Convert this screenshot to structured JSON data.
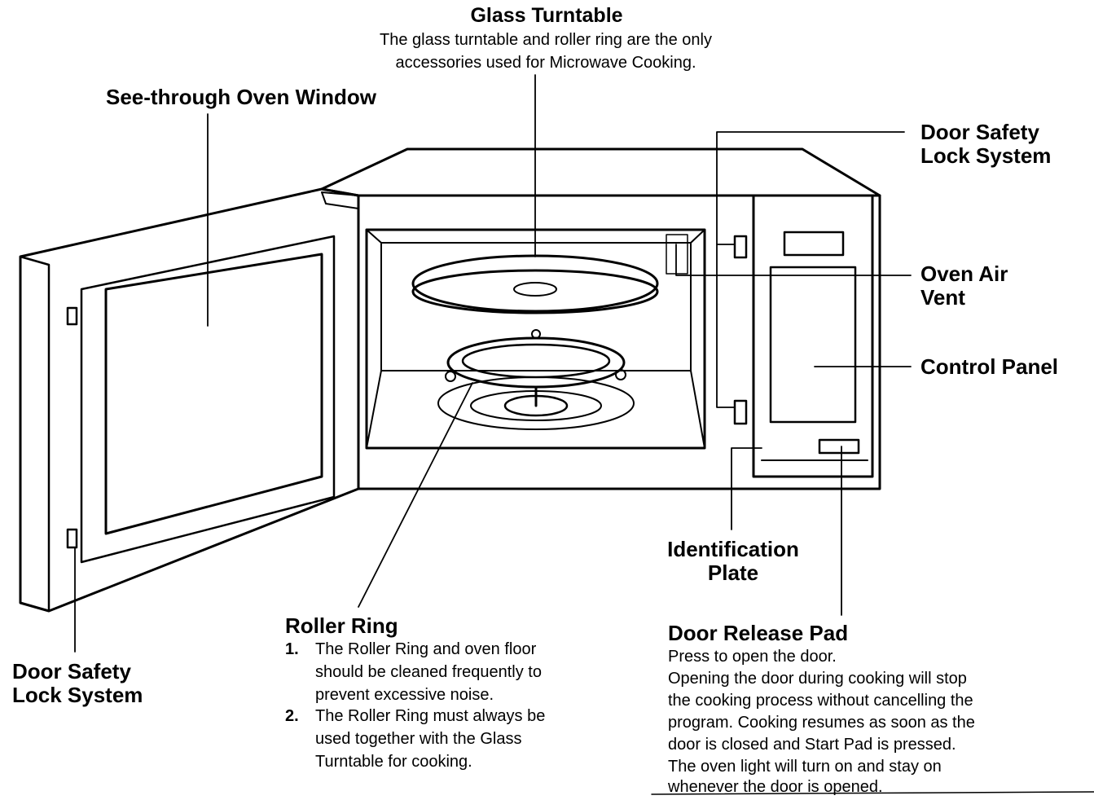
{
  "labels": {
    "glass_turntable": {
      "title": "Glass Turntable",
      "desc_line1": "The glass turntable and roller ring are the only",
      "desc_line2": "accessories used for Microwave Cooking."
    },
    "see_through_window": "See-through Oven Window",
    "door_safety_lock_right": {
      "line1": "Door Safety",
      "line2": "Lock System"
    },
    "oven_air_vent": {
      "line1": "Oven Air",
      "line2": "Vent"
    },
    "control_panel": "Control Panel",
    "identification_plate": {
      "line1": "Identification",
      "line2": "Plate"
    },
    "door_safety_lock_left": {
      "line1": "Door Safety",
      "line2": "Lock System"
    },
    "roller_ring": {
      "title": "Roller Ring",
      "items": [
        {
          "number": "1.",
          "lines": [
            "The Roller Ring and oven floor",
            "should be cleaned frequently to",
            "prevent excessive noise."
          ]
        },
        {
          "number": "2.",
          "lines": [
            "The Roller Ring must always be",
            "used together with the Glass",
            "Turntable for cooking."
          ]
        }
      ]
    },
    "door_release_pad": {
      "title": "Door Release Pad",
      "lines": [
        "Press to open the door.",
        "Opening the door during cooking will stop",
        "the cooking process without cancelling the",
        "program. Cooking resumes as soon as the",
        "door is closed and Start Pad is pressed.",
        "The oven light will turn on and stay on",
        "whenever the door is opened."
      ]
    }
  }
}
